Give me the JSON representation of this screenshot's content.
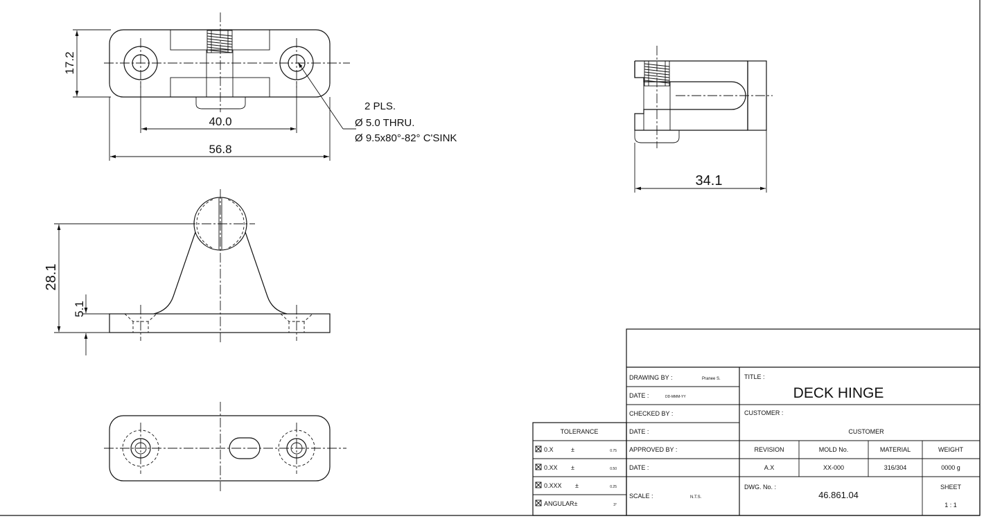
{
  "dimensions": {
    "top_height": "17.2",
    "hole_spacing": "40.0",
    "overall_length": "56.8",
    "side_depth": "34.1",
    "front_height": "28.1",
    "base_thickness": "5.1"
  },
  "hole_note": {
    "line1": "2 PLS.",
    "line2": "Ø 5.0 THRU.",
    "line3": "Ø 9.5x80°-82° C'SINK"
  },
  "title_block": {
    "drawing_by_label": "DRAWING BY :",
    "drawing_by_value": "Pranee S.",
    "date1_label": "DATE :",
    "date1_value": "DD-MMM-YY",
    "checked_by_label": "CHECKED BY :",
    "date2_label": "DATE :",
    "approved_by_label": "APPROVED BY :",
    "date3_label": "DATE :",
    "scale_label": "SCALE :",
    "scale_value": "N.T.S.",
    "title_label": "TITLE :",
    "title_value": "DECK HINGE",
    "customer_label": "CUSTOMER :",
    "customer_value": "CUSTOMER",
    "revision_label": "REVISION",
    "revision_value": "A.X",
    "mold_label": "MOLD No.",
    "mold_value": "XX-000",
    "material_label": "MATERIAL",
    "material_value": "316/304",
    "weight_label": "WEIGHT",
    "weight_value": "0000 g",
    "dwg_label": "DWG. No. :",
    "dwg_value": "46.861.04",
    "sheet_label": "SHEET",
    "sheet_value": "1 : 1"
  },
  "tolerance": {
    "header": "TOLERANCE",
    "rows": [
      {
        "label": "0.X",
        "sign": "±",
        "value": "0.75"
      },
      {
        "label": "0.XX",
        "sign": "±",
        "value": "0.50"
      },
      {
        "label": "0.XXX",
        "sign": "±",
        "value": "0.25"
      },
      {
        "label": "ANGULAR±",
        "sign": "",
        "value": "3°"
      }
    ]
  }
}
